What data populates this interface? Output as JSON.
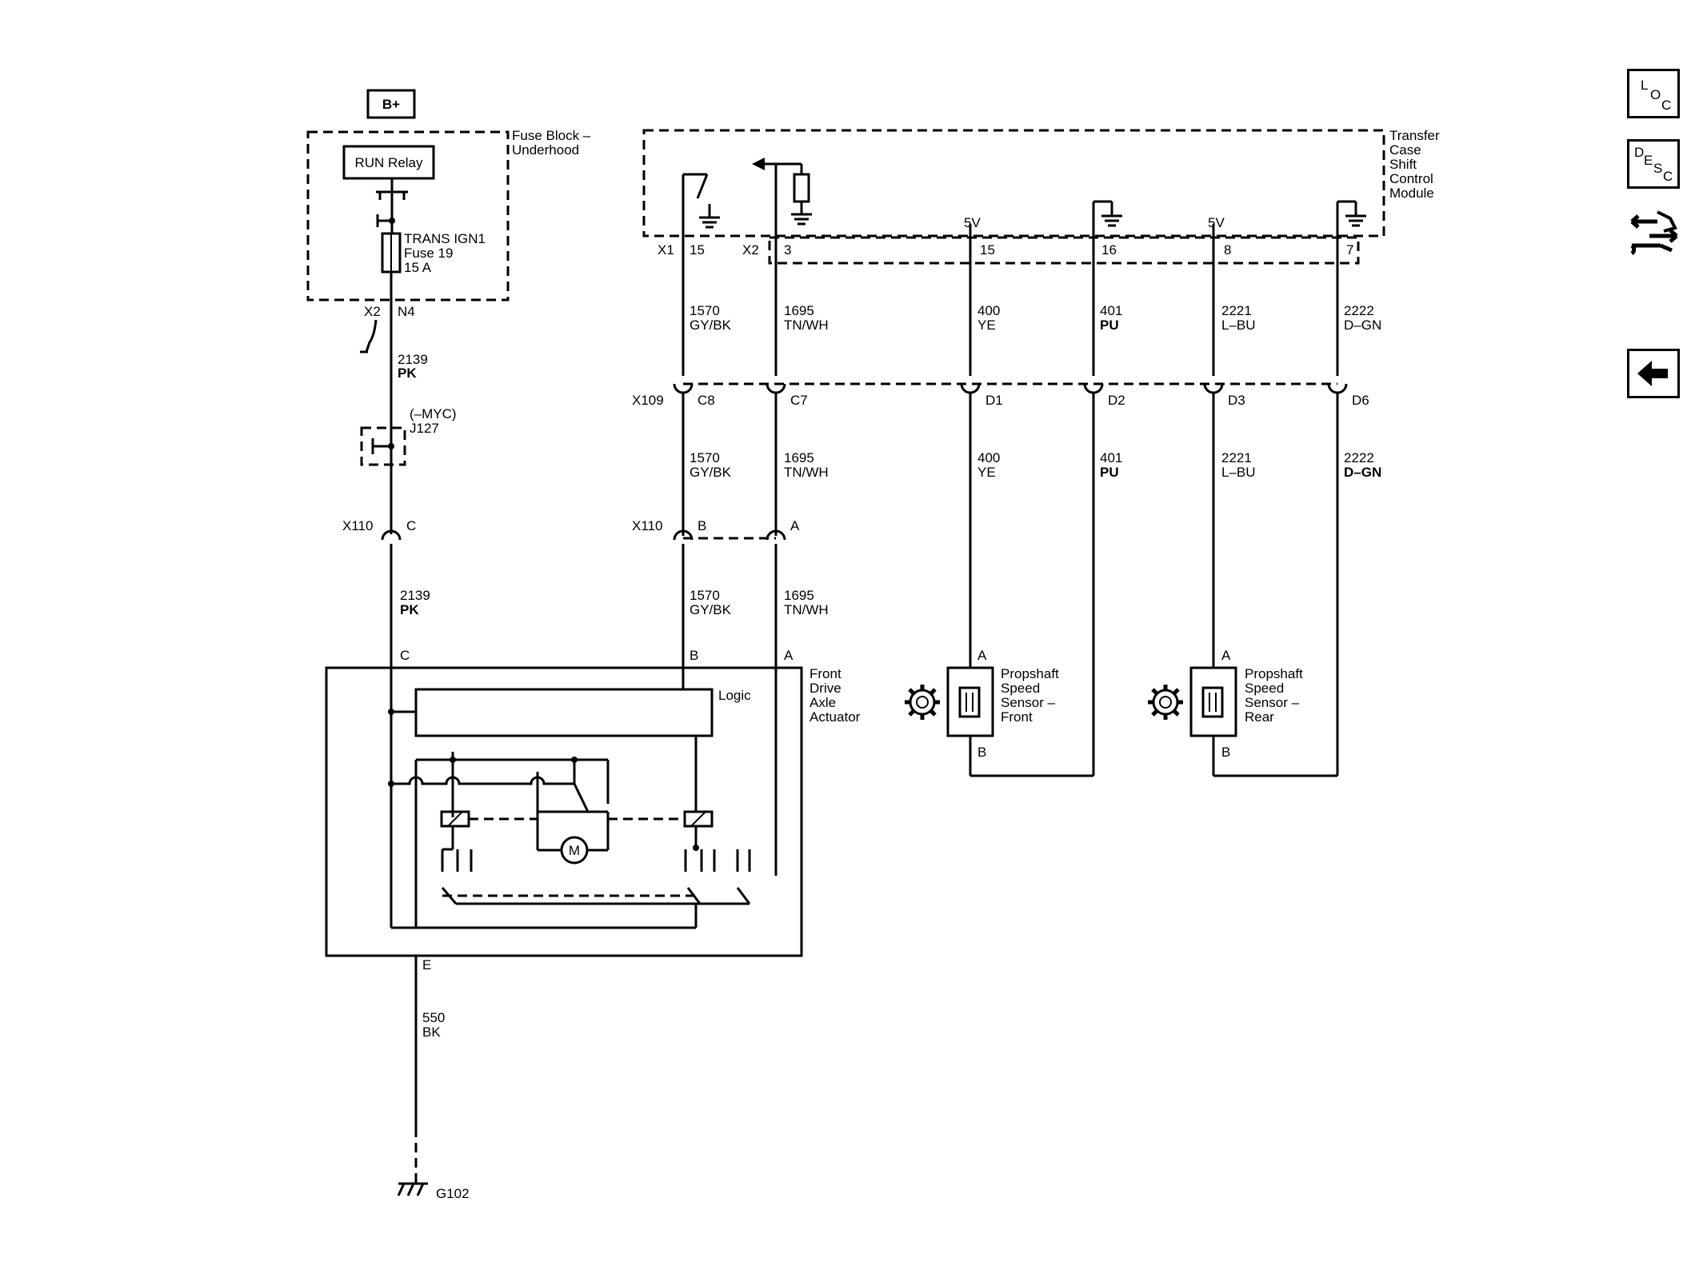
{
  "power": {
    "bplus": "B+",
    "run_relay": "RUN Relay"
  },
  "fuse_block": {
    "line1": "Fuse Block –",
    "line2": "Underhood",
    "fuse_line1": "TRANS IGN1",
    "fuse_line2": "Fuse 19",
    "fuse_line3": "15 A"
  },
  "conn": {
    "x2": "X2",
    "n4": "N4",
    "wire_2139": "2139",
    "pk": "PK",
    "myc": "(–MYC)",
    "j127": "J127",
    "x110": "X110",
    "c": "C",
    "b": "B",
    "a": "A",
    "e": "E",
    "x109": "X109",
    "c8": "C8",
    "c7": "C7",
    "d1": "D1",
    "d2": "D2",
    "d3": "D3",
    "d6": "D6",
    "x1": "X1",
    "p15": "15",
    "p3": "3",
    "p16": "16",
    "p8": "8",
    "p7": "7",
    "v5": "5V"
  },
  "wires": {
    "w1570": "1570",
    "gybk": "GY/BK",
    "w1695": "1695",
    "tnwh": "TN/WH",
    "w400": "400",
    "ye": "YE",
    "w401": "401",
    "pu": "PU",
    "w2221": "2221",
    "lbu": "L–BU",
    "w2222": "2222",
    "dgn": "D–GN",
    "w550": "550",
    "bk": "BK"
  },
  "tccm": {
    "line1": "Transfer",
    "line2": "Case",
    "line3": "Shift",
    "line4": "Control",
    "line5": "Module"
  },
  "actuator": {
    "line1": "Front",
    "line2": "Drive",
    "line3": "Axle",
    "line4": "Actuator",
    "logic": "Logic",
    "motor": "M"
  },
  "sensor_front": {
    "line1": "Propshaft",
    "line2": "Speed",
    "line3": "Sensor –",
    "line4": "Front"
  },
  "sensor_rear": {
    "line1": "Propshaft",
    "line2": "Speed",
    "line3": "Sensor –",
    "line4": "Rear"
  },
  "ground": {
    "g102": "G102"
  },
  "side": {
    "loc": {
      "l": "L",
      "o": "O",
      "c": "C"
    },
    "desc": {
      "d": "D",
      "e": "E",
      "s": "S",
      "c": "C"
    },
    "icons": [
      "schematic-tools-icon",
      "back-arrow-icon"
    ]
  }
}
